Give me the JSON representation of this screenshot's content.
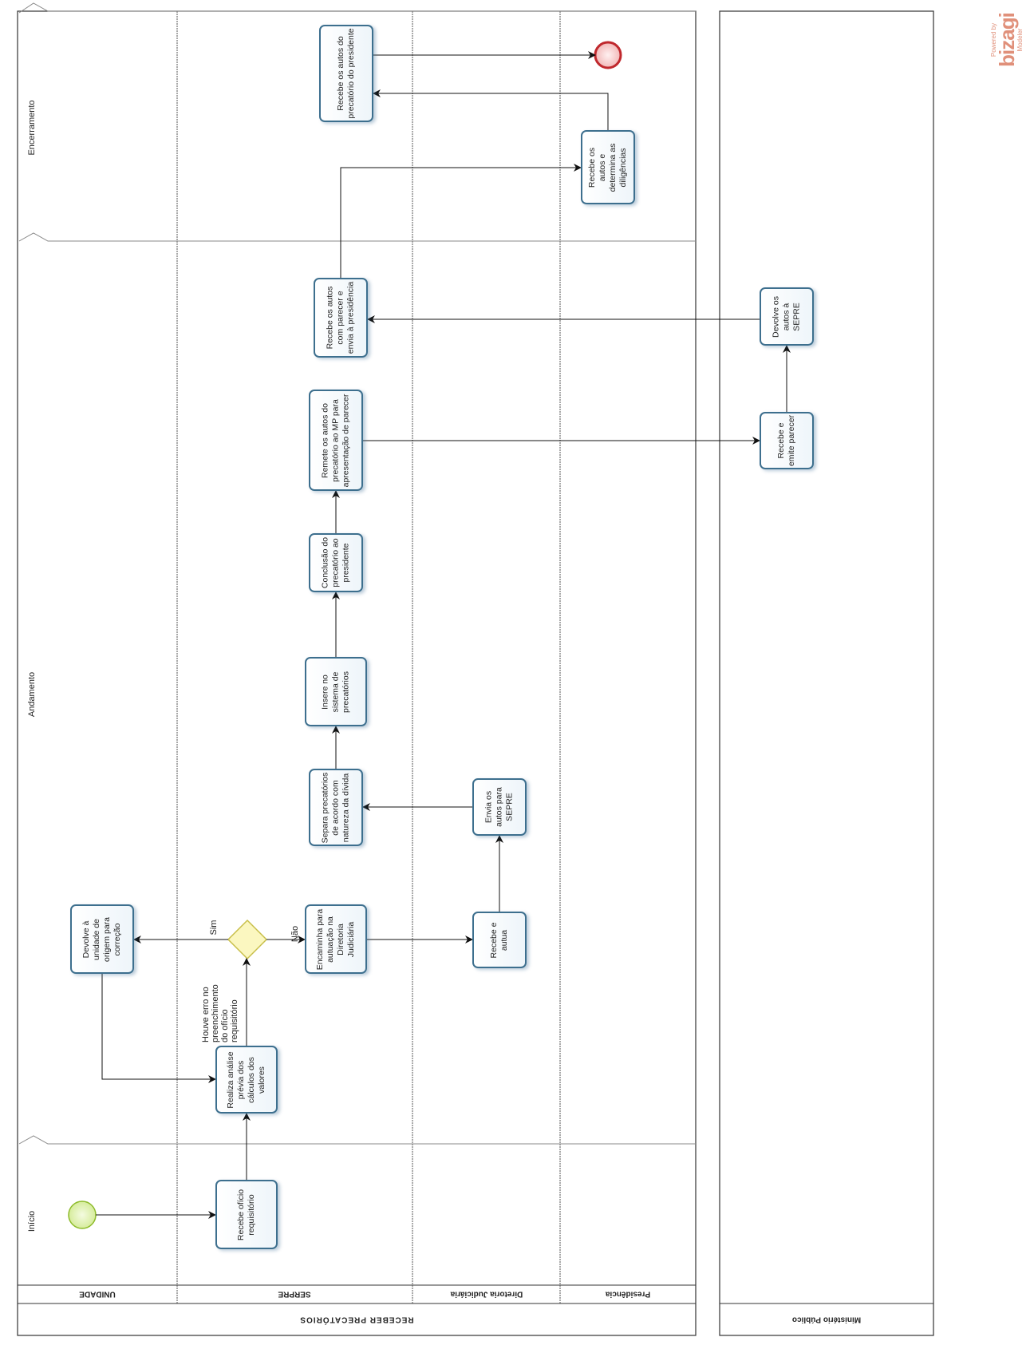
{
  "pool": {
    "title": "RECEBER PRECATÓRIOS"
  },
  "lanes": [
    "UNIDADE",
    "SERPRE",
    "Diretoria Judiciária",
    "Presidência"
  ],
  "external_pool": {
    "title": "Ministério Público"
  },
  "phases": [
    "Início",
    "Andamento",
    "Encerramento"
  ],
  "tasks": {
    "recebe_oficio": "Recebe ofício requisitório",
    "realiza_analise": "Realiza análise prévia dos cálculos dos valores",
    "devolve_unidade": "Devolve à unidade de origem para correção",
    "encaminha": "Encaminha para autuação na Diretoria Judiciária",
    "recebe_autua": "Recebe e autua",
    "envia_autos": "Envia os autos para SEPRE",
    "separa": "Separa precatórios de acordo com natureza da dívida",
    "insere": "Insere no sistema de precatórios",
    "conclusao": "Conclusão do precatório ao presidente",
    "remete": "Remete os autos do precatório ao MP para apresentação de parecer",
    "recebe_emite": "Recebe e emite parecer",
    "devolve_sepre": "Devolve os autos à SEPRE",
    "recebe_parecer": "Recebe os autos com parecer e envia à presidência",
    "determina": "Recebe os autos e determina as diligências",
    "recebe_presidente": "Recebe os autos do precatório do presidente"
  },
  "gateway": {
    "question": "Houve erro no preenchimento do ofício requisitório",
    "yes": "Sim",
    "no": "Não"
  },
  "logo": {
    "powered": "Powered by",
    "brand": "bizagi",
    "product": "Modeler"
  },
  "colors": {
    "task_border": "#3d6f8e",
    "start": "#9acd32",
    "end": "#c0282d",
    "gateway": "#e8e070"
  }
}
